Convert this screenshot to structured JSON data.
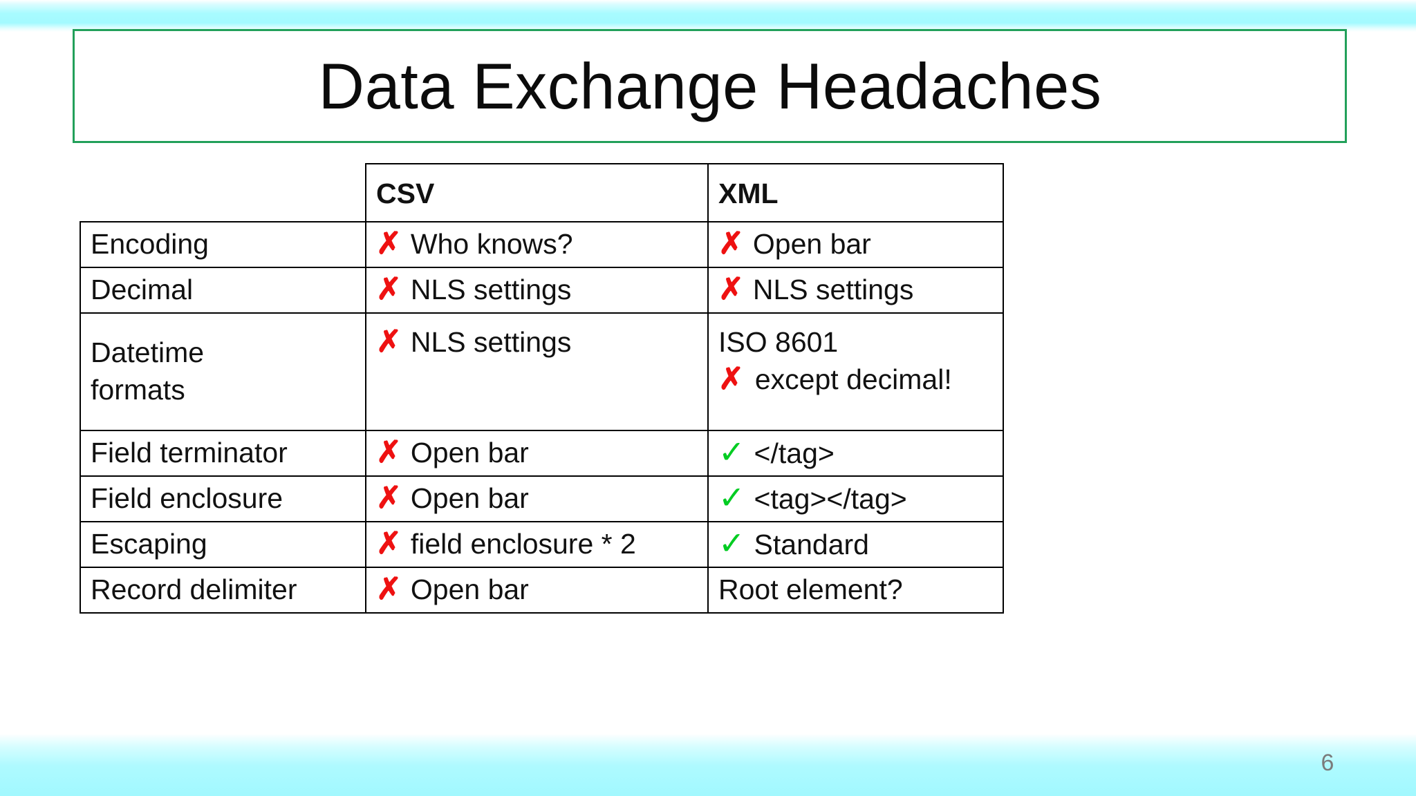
{
  "slide": {
    "title": "Data Exchange Headaches",
    "number": "6",
    "accent_border_color": "#22a05a",
    "banner_color": "#a8fbff",
    "cross_color": "#ee1111",
    "check_color": "#00cc22"
  },
  "table": {
    "corner_label": "",
    "columns": [
      "CSV",
      "XML"
    ],
    "rows": [
      {
        "label": "Encoding",
        "csv": {
          "mark": "cross",
          "text": "Who knows?"
        },
        "xml": {
          "mark": "cross",
          "text": "Open bar"
        }
      },
      {
        "label": "Decimal",
        "csv": {
          "mark": "cross",
          "text": "NLS settings"
        },
        "xml": {
          "mark": "cross",
          "text": "NLS settings"
        }
      },
      {
        "label": "Datetime formats",
        "label_line1": "Datetime",
        "label_line2": "formats",
        "csv": {
          "mark": "cross",
          "text": "NLS settings"
        },
        "xml": {
          "mark": "none",
          "text": "ISO 8601",
          "second_mark": "cross",
          "second_text": "except decimal!"
        }
      },
      {
        "label": "Field terminator",
        "csv": {
          "mark": "cross",
          "text": "Open bar"
        },
        "xml": {
          "mark": "check",
          "text": "</tag>"
        }
      },
      {
        "label": "Field enclosure",
        "csv": {
          "mark": "cross",
          "text": "Open bar"
        },
        "xml": {
          "mark": "check",
          "text": "<tag></tag>"
        }
      },
      {
        "label": "Escaping",
        "csv": {
          "mark": "cross",
          "text": "field enclosure * 2"
        },
        "xml": {
          "mark": "check",
          "text": "Standard"
        }
      },
      {
        "label": "Record delimiter",
        "csv": {
          "mark": "cross",
          "text": "Open bar"
        },
        "xml": {
          "mark": "none",
          "text": "Root element?"
        }
      }
    ]
  },
  "glyphs": {
    "cross": "✗",
    "check": "✓"
  }
}
